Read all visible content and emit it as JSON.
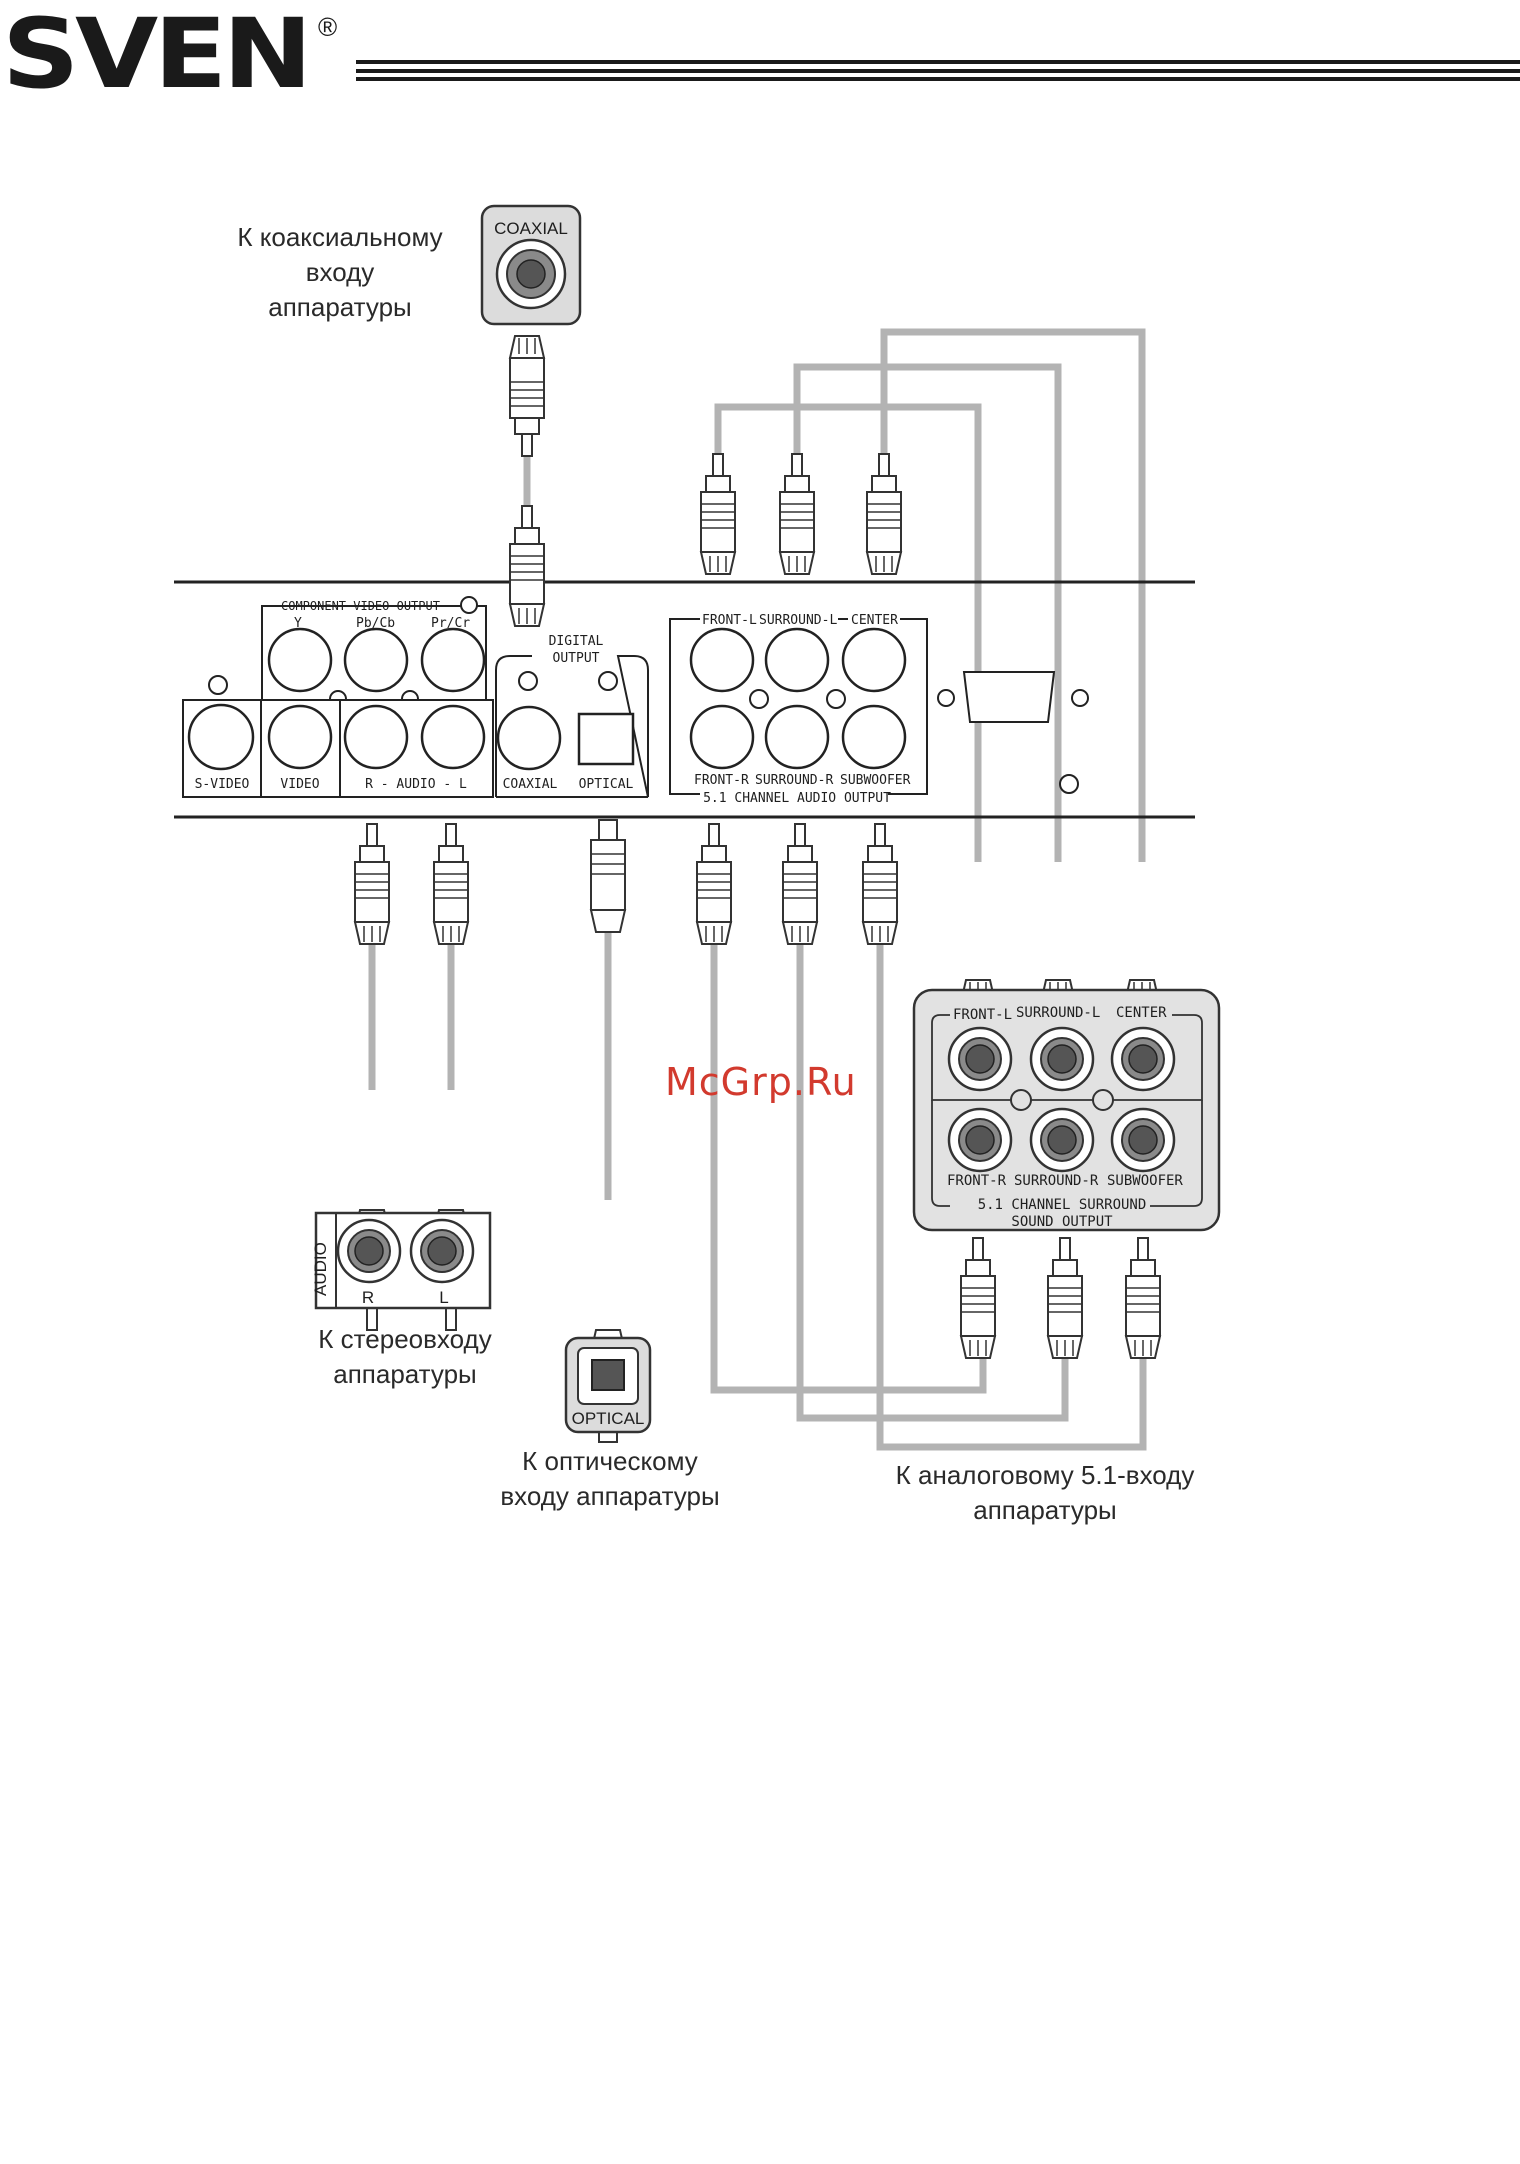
{
  "brand": {
    "logo": "SVEN",
    "registered_mark": "®"
  },
  "panel": {
    "component_video_output": "COMPONENT VIDEO OUTPUT",
    "y": "Y",
    "pb_cb": "Pb/Cb",
    "pr_cr": "Pr/Cr",
    "s_video": "S-VIDEO",
    "video": "VIDEO",
    "r_audio_l": "R - AUDIO - L",
    "digital_output_line1": "DIGITAL",
    "digital_output_line2": "OUTPUT",
    "coaxial": "COAXIAL",
    "optical": "OPTICAL",
    "front_l": "FRONT-L",
    "surround_l": "SURROUND-L",
    "center": "CENTER",
    "front_r": "FRONT-R",
    "surround_r": "SURROUND-R",
    "subwoofer": "SUBWOOFER",
    "channel_audio_output": "5.1 CHANNEL AUDIO OUTPUT"
  },
  "coax_device": {
    "label": "COAXIAL",
    "caption": [
      "К коаксиальному",
      "входу",
      "аппаратуры"
    ]
  },
  "stereo_device": {
    "label": "AUDIO",
    "r": "R",
    "l": "L",
    "caption": [
      "К стереовходу",
      "аппаратуры"
    ]
  },
  "optical_device": {
    "label": "OPTICAL",
    "caption": [
      "К оптическому",
      "входу аппаратуры"
    ]
  },
  "surround_device": {
    "front_l": "FRONT-L",
    "surround_l": "SURROUND-L",
    "center": "CENTER",
    "front_r": "FRONT-R",
    "surround_r": "SURROUND-R",
    "subwoofer": "SUBWOOFER",
    "title_line1": "5.1 CHANNEL SURROUND",
    "title_line2": "SOUND OUTPUT",
    "caption": [
      "К аналоговому 5.1-входу",
      "аппаратуры"
    ]
  },
  "watermark": "McGrp.Ru"
}
